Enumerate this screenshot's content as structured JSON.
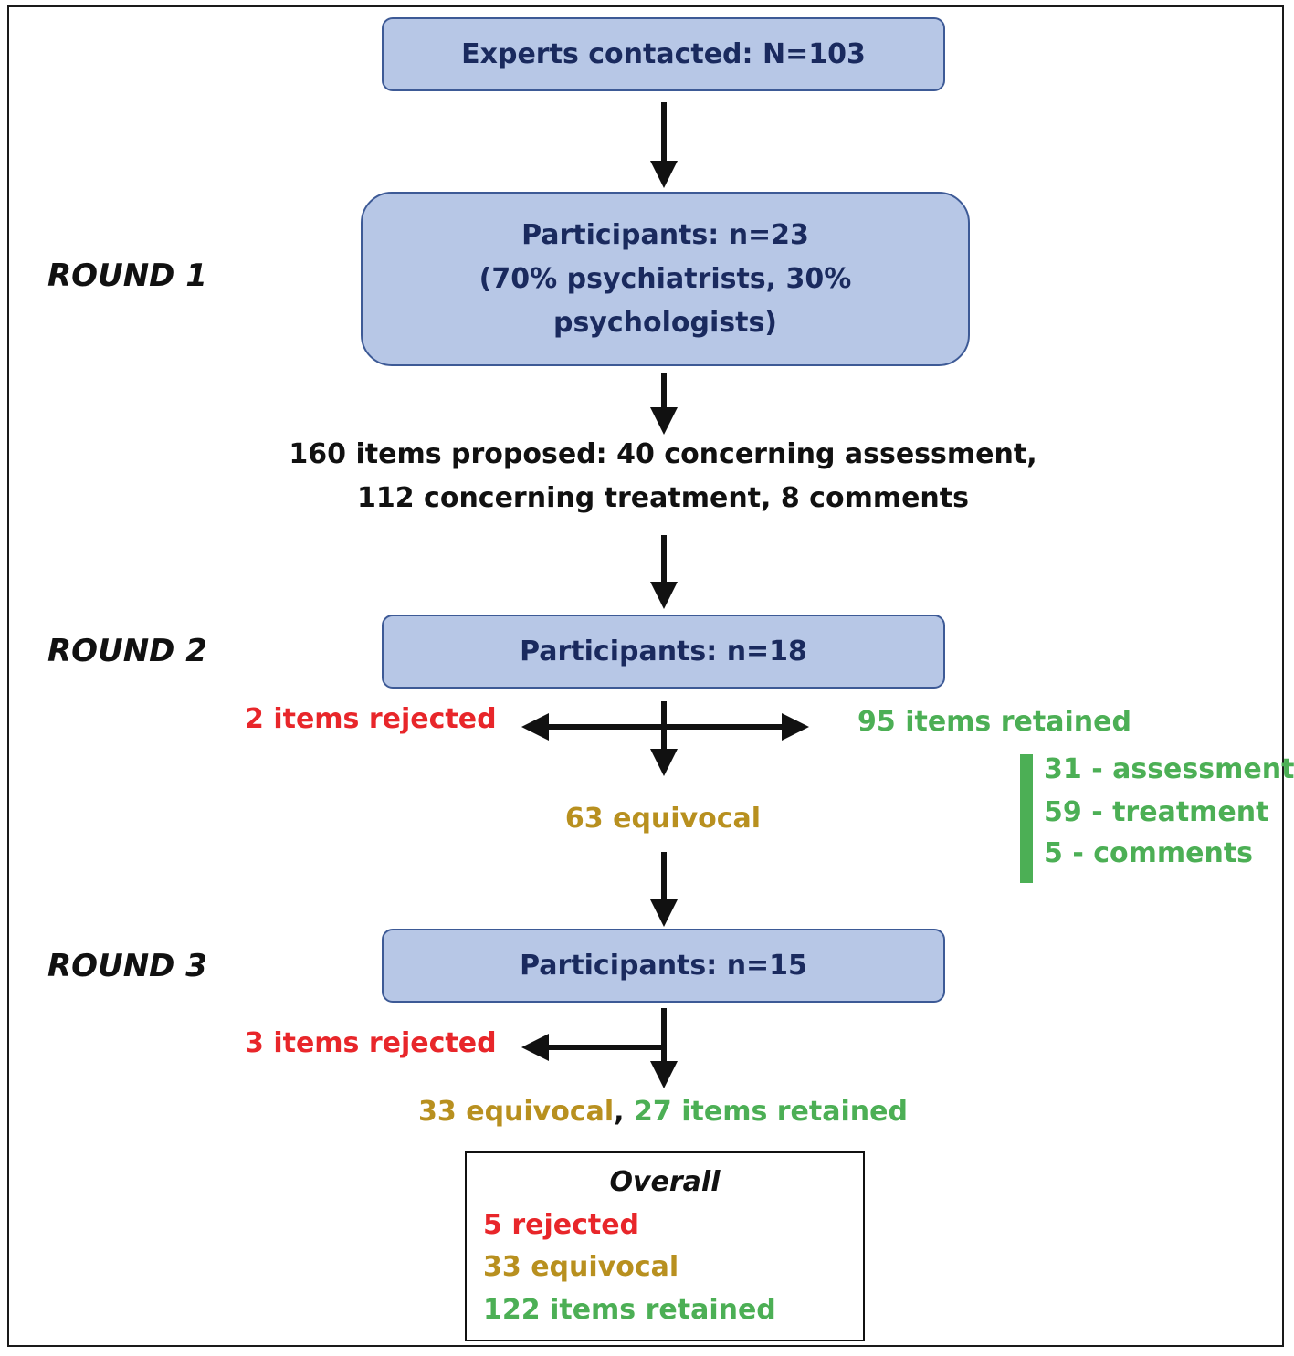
{
  "colors": {
    "box_fill": "#b7c7e6",
    "box_border": "#3d5a96",
    "box_text": "#1a2a5e",
    "rejected": "#e8262a",
    "equivocal": "#b8901f",
    "retained": "#4caf55"
  },
  "boxes": {
    "experts": "Experts contacted: N=103",
    "round1_line1": "Participants: n=23",
    "round1_line2": "(70% psychiatrists, 30% psychologists)",
    "round2": "Participants: n=18",
    "round3": "Participants: n=15"
  },
  "rounds": {
    "round1": "ROUND 1",
    "round2": "ROUND 2",
    "round3": "ROUND 3"
  },
  "proposed": {
    "line1": "160 items proposed: 40 concerning assessment,",
    "line2": "112 concerning treatment, 8 comments"
  },
  "round2_results": {
    "rejected": "2 items rejected",
    "retained": "95 items retained",
    "equivocal": "63 equivocal",
    "breakdown": [
      "31 - assessment",
      "59 - treatment",
      "5 - comments"
    ]
  },
  "round3_results": {
    "rejected": "3 items rejected",
    "equivocal": "33 equivocal",
    "separator": ",",
    "retained": "27 items retained"
  },
  "overall": {
    "title": "Overall",
    "rejected": "5 rejected",
    "equivocal": "33 equivocal",
    "retained": "122 items retained"
  }
}
